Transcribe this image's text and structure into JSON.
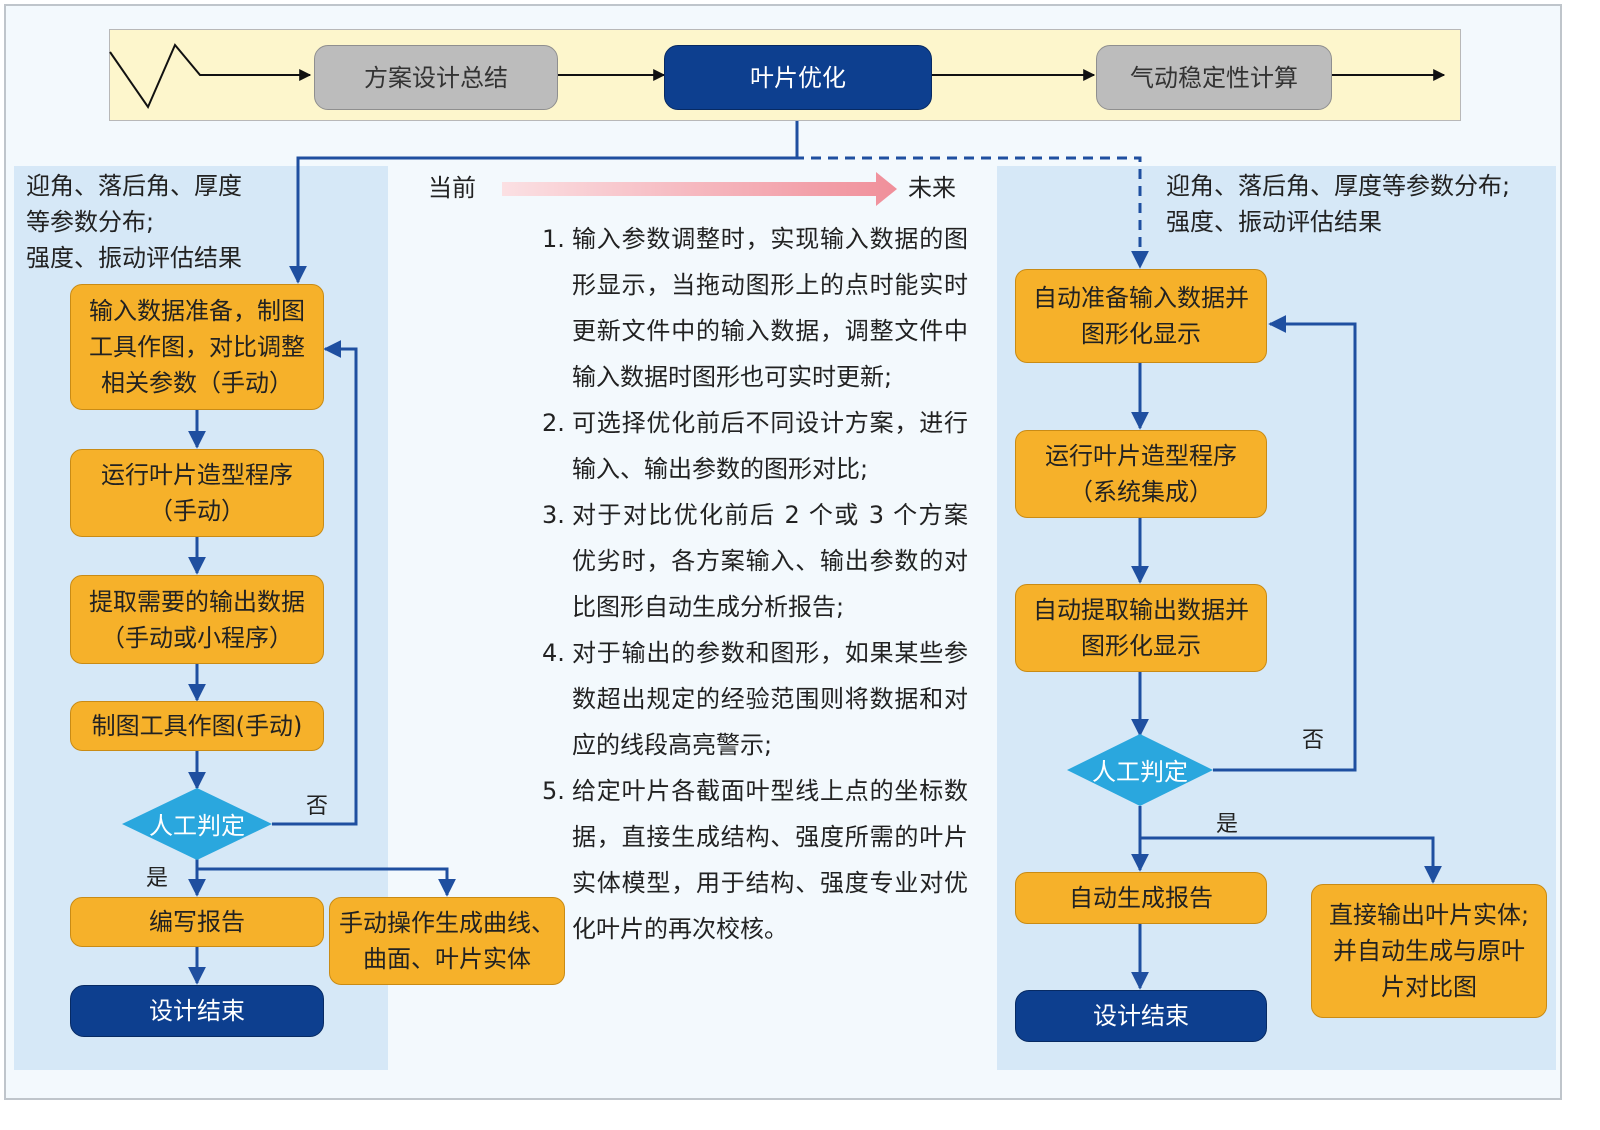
{
  "top": {
    "summary": "方案设计总结",
    "optimize": "叶片优化",
    "aero": "气动稳定性计算"
  },
  "timeline": {
    "current": "当前",
    "future": "未来"
  },
  "left": {
    "header": "迎角、落后角、厚度\n等参数分布;\n强度、振动评估结果",
    "step1": "输入数据准备，制图\n工具作图，对比调整\n相关参数（手动）",
    "step2": "运行叶片造型程序\n（手动）",
    "step3": "提取需要的输出数据\n（手动或小程序）",
    "step4": "制图工具作图(手动)",
    "decision": "人工判定",
    "no": "否",
    "yes": "是",
    "report": "编写报告",
    "manual": "手动操作生成曲线、\n曲面、叶片实体",
    "end": "设计结束"
  },
  "right": {
    "header": "迎角、落后角、厚度等参数分布;\n强度、振动评估结果",
    "step1": "自动准备输入数据并\n图形化显示",
    "step2": "运行叶片造型程序\n（系统集成）",
    "step3": "自动提取输出数据并\n图形化显示",
    "decision": "人工判定",
    "no": "否",
    "yes": "是",
    "report": "自动生成报告",
    "export": "直接输出叶片实体;\n并自动生成与原叶\n片对比图",
    "end": "设计结束"
  },
  "center": {
    "items": [
      {
        "num": "1.",
        "text": "输入参数调整时，实现输入数据的图形显示，当拖动图形上的点时能实时更新文件中的输入数据，调整文件中输入数据时图形也可实时更新;"
      },
      {
        "num": "2.",
        "text": "可选择优化前后不同设计方案，进行输入、输出参数的图形对比;"
      },
      {
        "num": "3.",
        "text": "对于对比优化前后 2 个或 3 个方案优劣时，各方案输入、输出参数的对比图形自动生成分析报告;"
      },
      {
        "num": "4.",
        "text": "对于输出的参数和图形，如果某些参数超出规定的经验范围则将数据和对应的线段高亮警示;"
      },
      {
        "num": "5.",
        "text": "给定叶片各截面叶型线上点的坐标数据，直接生成结构、强度所需的叶片实体模型，用于结构、强度专业对优化叶片的再次校核。"
      }
    ]
  },
  "colors": {
    "flow_line": "#1f4fa0",
    "orange_box": "#f6b12a",
    "navy_box": "#0d3f8f",
    "diamond": "#2aa7de",
    "panel": "#d6e8f7",
    "top_bar": "#fdf6cc"
  }
}
